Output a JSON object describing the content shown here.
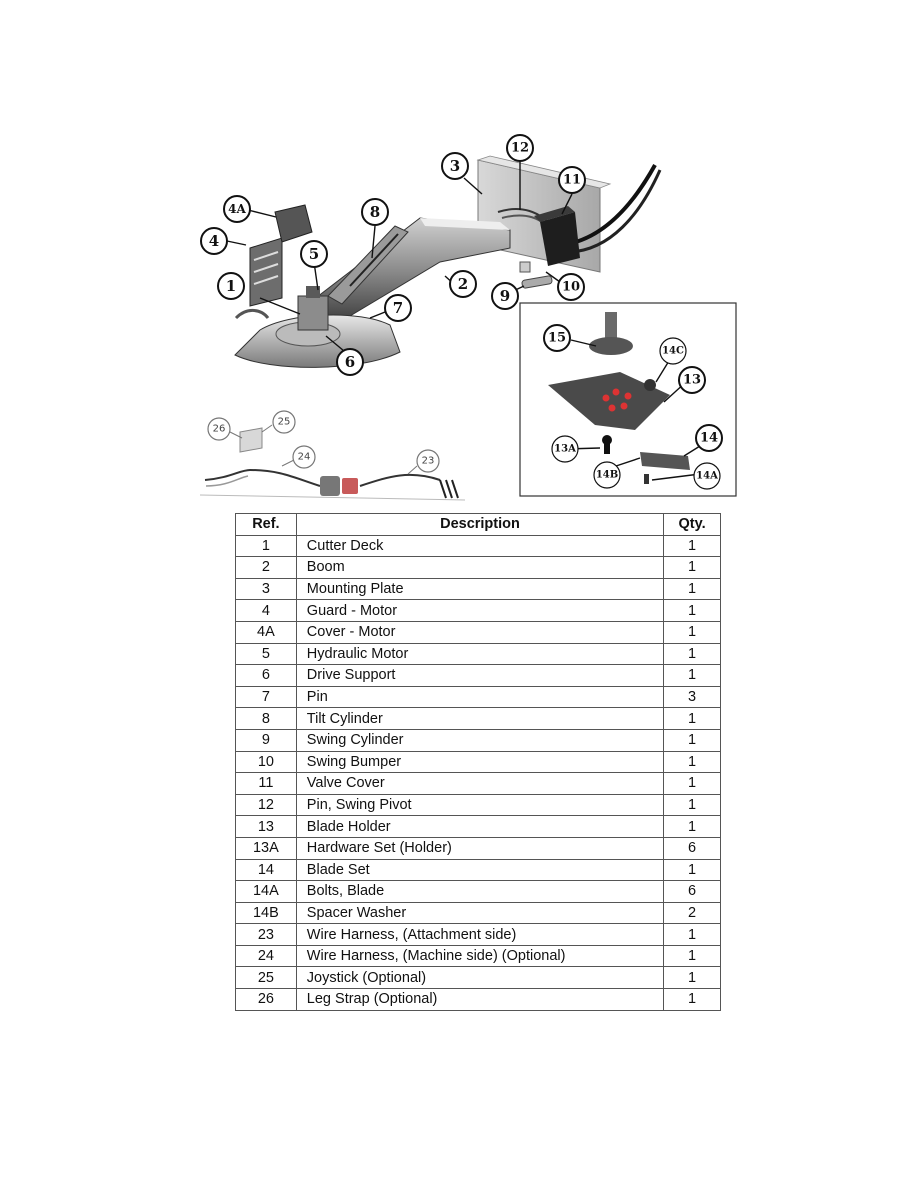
{
  "diagram": {
    "callouts": [
      "1",
      "2",
      "3",
      "4",
      "4A",
      "5",
      "6",
      "7",
      "8",
      "9",
      "10",
      "11",
      "12"
    ],
    "inset_callouts": [
      "13",
      "13A",
      "14",
      "14A",
      "14B",
      "14C",
      "15"
    ],
    "harness_callouts": [
      "23",
      "24",
      "25",
      "26"
    ]
  },
  "table": {
    "headers": {
      "ref": "Ref.",
      "description": "Description",
      "qty": "Qty."
    },
    "rows": [
      {
        "ref": "1",
        "description": "Cutter Deck",
        "qty": "1"
      },
      {
        "ref": "2",
        "description": "Boom",
        "qty": "1"
      },
      {
        "ref": "3",
        "description": "Mounting Plate",
        "qty": "1"
      },
      {
        "ref": "4",
        "description": "Guard - Motor",
        "qty": "1"
      },
      {
        "ref": "4A",
        "description": "Cover - Motor",
        "qty": "1"
      },
      {
        "ref": "5",
        "description": "Hydraulic Motor",
        "qty": "1"
      },
      {
        "ref": "6",
        "description": "Drive Support",
        "qty": "1"
      },
      {
        "ref": "7",
        "description": "Pin",
        "qty": "3"
      },
      {
        "ref": "8",
        "description": "Tilt Cylinder",
        "qty": "1"
      },
      {
        "ref": "9",
        "description": "Swing Cylinder",
        "qty": "1"
      },
      {
        "ref": "10",
        "description": "Swing Bumper",
        "qty": "1"
      },
      {
        "ref": "11",
        "description": "Valve Cover",
        "qty": "1"
      },
      {
        "ref": "12",
        "description": "Pin, Swing Pivot",
        "qty": "1"
      },
      {
        "ref": "13",
        "description": "Blade Holder",
        "qty": "1"
      },
      {
        "ref": "13A",
        "description": "Hardware Set (Holder)",
        "qty": "6"
      },
      {
        "ref": "14",
        "description": "Blade Set",
        "qty": "1"
      },
      {
        "ref": "14A",
        "description": "Bolts, Blade",
        "qty": "6"
      },
      {
        "ref": "14B",
        "description": "Spacer Washer",
        "qty": "2"
      },
      {
        "ref": "23",
        "description": "Wire Harness, (Attachment side)",
        "qty": "1"
      },
      {
        "ref": "24",
        "description": "Wire Harness, (Machine side) (Optional)",
        "qty": "1"
      },
      {
        "ref": "25",
        "description": "Joystick (Optional)",
        "qty": "1"
      },
      {
        "ref": "26",
        "description": "Leg Strap (Optional)",
        "qty": "1"
      }
    ]
  }
}
